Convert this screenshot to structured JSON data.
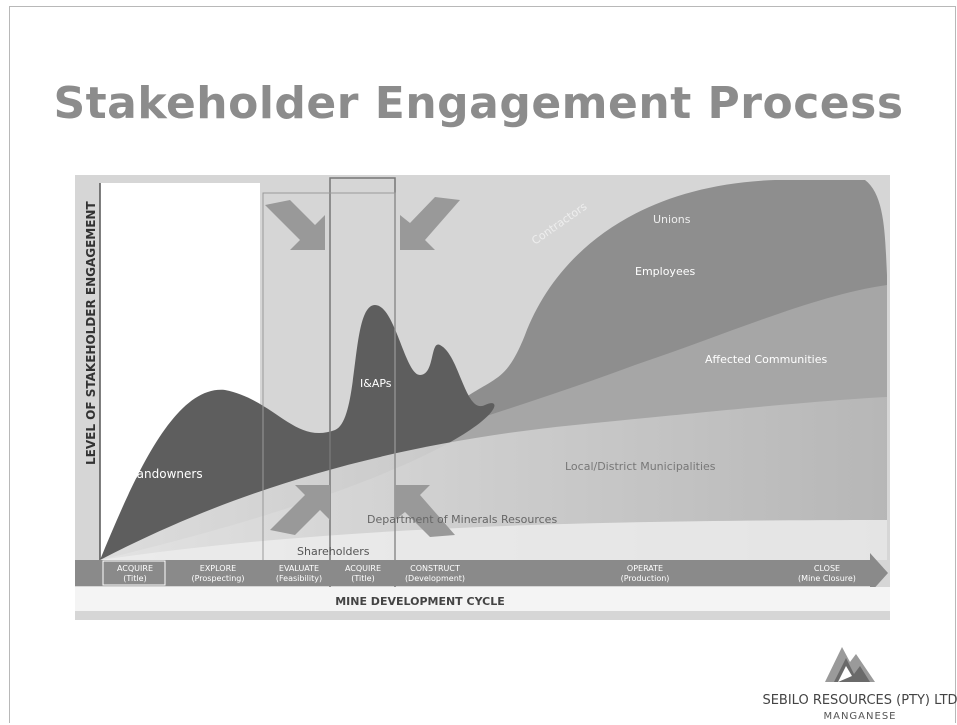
{
  "slide": {
    "title": "Stakeholder Engagement Process"
  },
  "diagram": {
    "y_axis_label": "LEVEL OF STAKEHOLDER ENGAGEMENT",
    "x_axis_label": "MINE DEVELOPMENT CYCLE",
    "phases": [
      {
        "name": "ACQUIRE",
        "sub": "(Title)"
      },
      {
        "name": "EXPLORE",
        "sub": "(Prospecting)"
      },
      {
        "name": "EVALUATE",
        "sub": "(Feasibility)"
      },
      {
        "name": "ACQUIRE",
        "sub": "(Title)"
      },
      {
        "name": "CONSTRUCT",
        "sub": "(Development)"
      },
      {
        "name": "OPERATE",
        "sub": "(Production)"
      },
      {
        "name": "CLOSE",
        "sub": "(Mine Closure)"
      }
    ],
    "stakeholders": {
      "landowners": "Landowners",
      "iaps": "I&APs",
      "contractors": "Contractors",
      "unions": "Unions",
      "employees": "Employees",
      "affected_communities": "Affected Communities",
      "municipalities": "Local/District Municipalities",
      "dmr": "Department of Minerals Resources",
      "shareholders": "Shareholders"
    },
    "colors": {
      "dark_area": "#5a5a5a",
      "mid_area": "#808080",
      "light_area": "#a8a8a8",
      "bar": "#8a8a8a"
    }
  },
  "company": {
    "name": "SEBILO RESOURCES (PTY) LTD",
    "sub": "MANGANESE"
  }
}
